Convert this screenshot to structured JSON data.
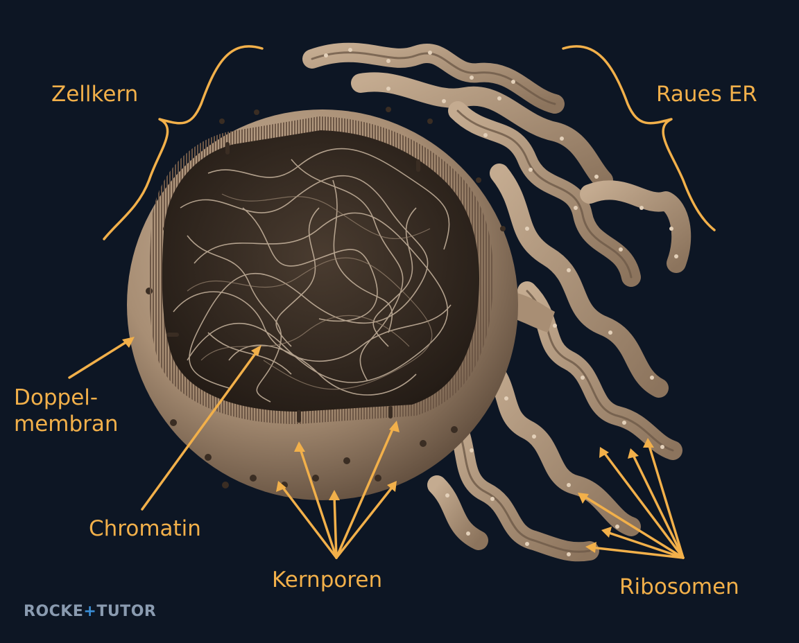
{
  "labels": {
    "zellkern": "Zellkern",
    "raues_er": "Raues ER",
    "doppelmembran_line1": "Doppel-",
    "doppelmembran_line2": "membran",
    "chromatin": "Chromatin",
    "kernporen": "Kernporen",
    "ribosomen": "Ribosomen"
  },
  "brand": {
    "left": "ROCKE",
    "mark": "+",
    "right": "TUTOR"
  },
  "colors": {
    "background": "#0d1624",
    "annotation": "#f2b04a",
    "tissue": "#b39a80",
    "tissue_dark": "#7d6652",
    "chromatin": "#c9b6a0",
    "brand": "#8a9bb0",
    "brand_accent": "#3a8fd8"
  }
}
